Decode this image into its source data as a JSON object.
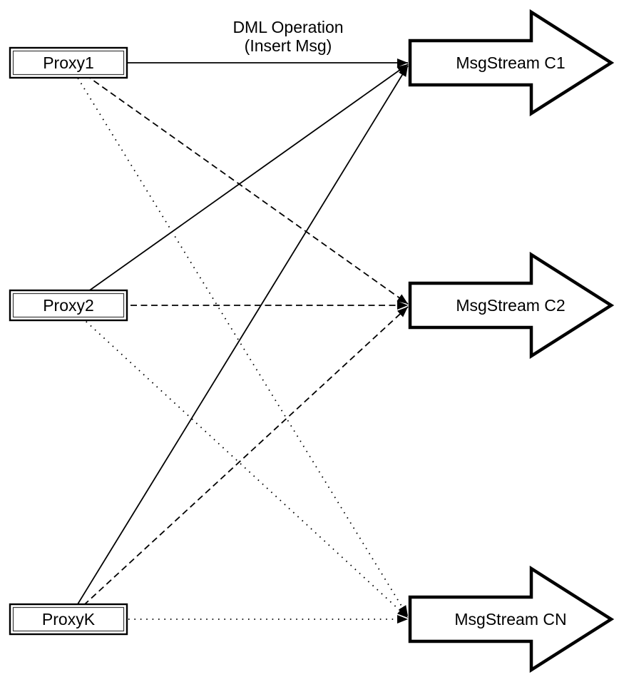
{
  "diagram": {
    "title_semantic": "Proxy to MsgStream fan-out diagram",
    "connector_label": {
      "line1": "DML Operation",
      "line2": "(Insert Msg)"
    },
    "proxies": [
      {
        "id": "proxy1",
        "label": "Proxy1"
      },
      {
        "id": "proxy2",
        "label": "Proxy2"
      },
      {
        "id": "proxyk",
        "label": "ProxyK"
      }
    ],
    "streams": [
      {
        "id": "c1",
        "label": "MsgStream C1",
        "incoming_line_style": "solid"
      },
      {
        "id": "c2",
        "label": "MsgStream C2",
        "incoming_line_style": "dashed"
      },
      {
        "id": "cn",
        "label": "MsgStream CN",
        "incoming_line_style": "dotted"
      }
    ],
    "edges": [
      {
        "from": "Proxy1",
        "to": "MsgStream C1",
        "style": "solid"
      },
      {
        "from": "Proxy1",
        "to": "MsgStream C2",
        "style": "dashed"
      },
      {
        "from": "Proxy1",
        "to": "MsgStream CN",
        "style": "dotted"
      },
      {
        "from": "Proxy2",
        "to": "MsgStream C1",
        "style": "solid"
      },
      {
        "from": "Proxy2",
        "to": "MsgStream C2",
        "style": "dashed"
      },
      {
        "from": "Proxy2",
        "to": "MsgStream CN",
        "style": "dotted"
      },
      {
        "from": "ProxyK",
        "to": "MsgStream C1",
        "style": "solid"
      },
      {
        "from": "ProxyK",
        "to": "MsgStream C2",
        "style": "dashed"
      },
      {
        "from": "ProxyK",
        "to": "MsgStream CN",
        "style": "dotted"
      }
    ],
    "colors": {
      "background": "#ffffff",
      "stroke": "#000000",
      "node_fill": "#ffffff"
    }
  }
}
